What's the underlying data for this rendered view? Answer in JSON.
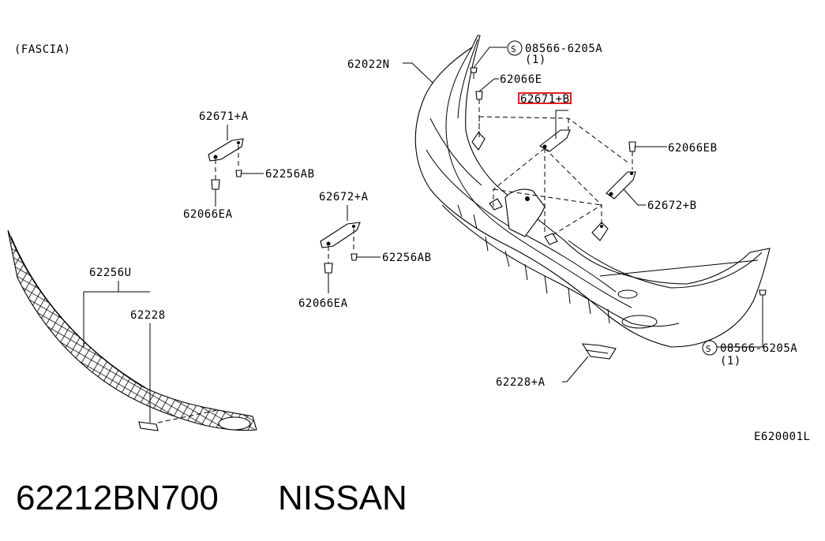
{
  "section_label": "(FASCIA)",
  "labels": {
    "fascia": "62022N",
    "screw_top": "08566-6205A",
    "screw_top_qty": "(1)",
    "clip_top": "62066E",
    "bracket_b": "62671+B",
    "clip_eb": "62066EB",
    "bracket_672b": "62672+B",
    "screw_right": "08566-6205A",
    "screw_right_qty": "(1)",
    "bracket_a_671": "62671+A",
    "screw_ab_1": "62256AB",
    "clip_ea_1": "62066EA",
    "bracket_a_672": "62672+A",
    "screw_ab_2": "62256AB",
    "clip_ea_2": "62066EA",
    "grille": "62256U",
    "grille_clip": "62228",
    "bottom_bracket": "62228+A",
    "figure_code": "E620001L"
  },
  "footer": {
    "part_number": "62212BN700",
    "brand": "NISSAN"
  },
  "highlight_color": "#e02020"
}
